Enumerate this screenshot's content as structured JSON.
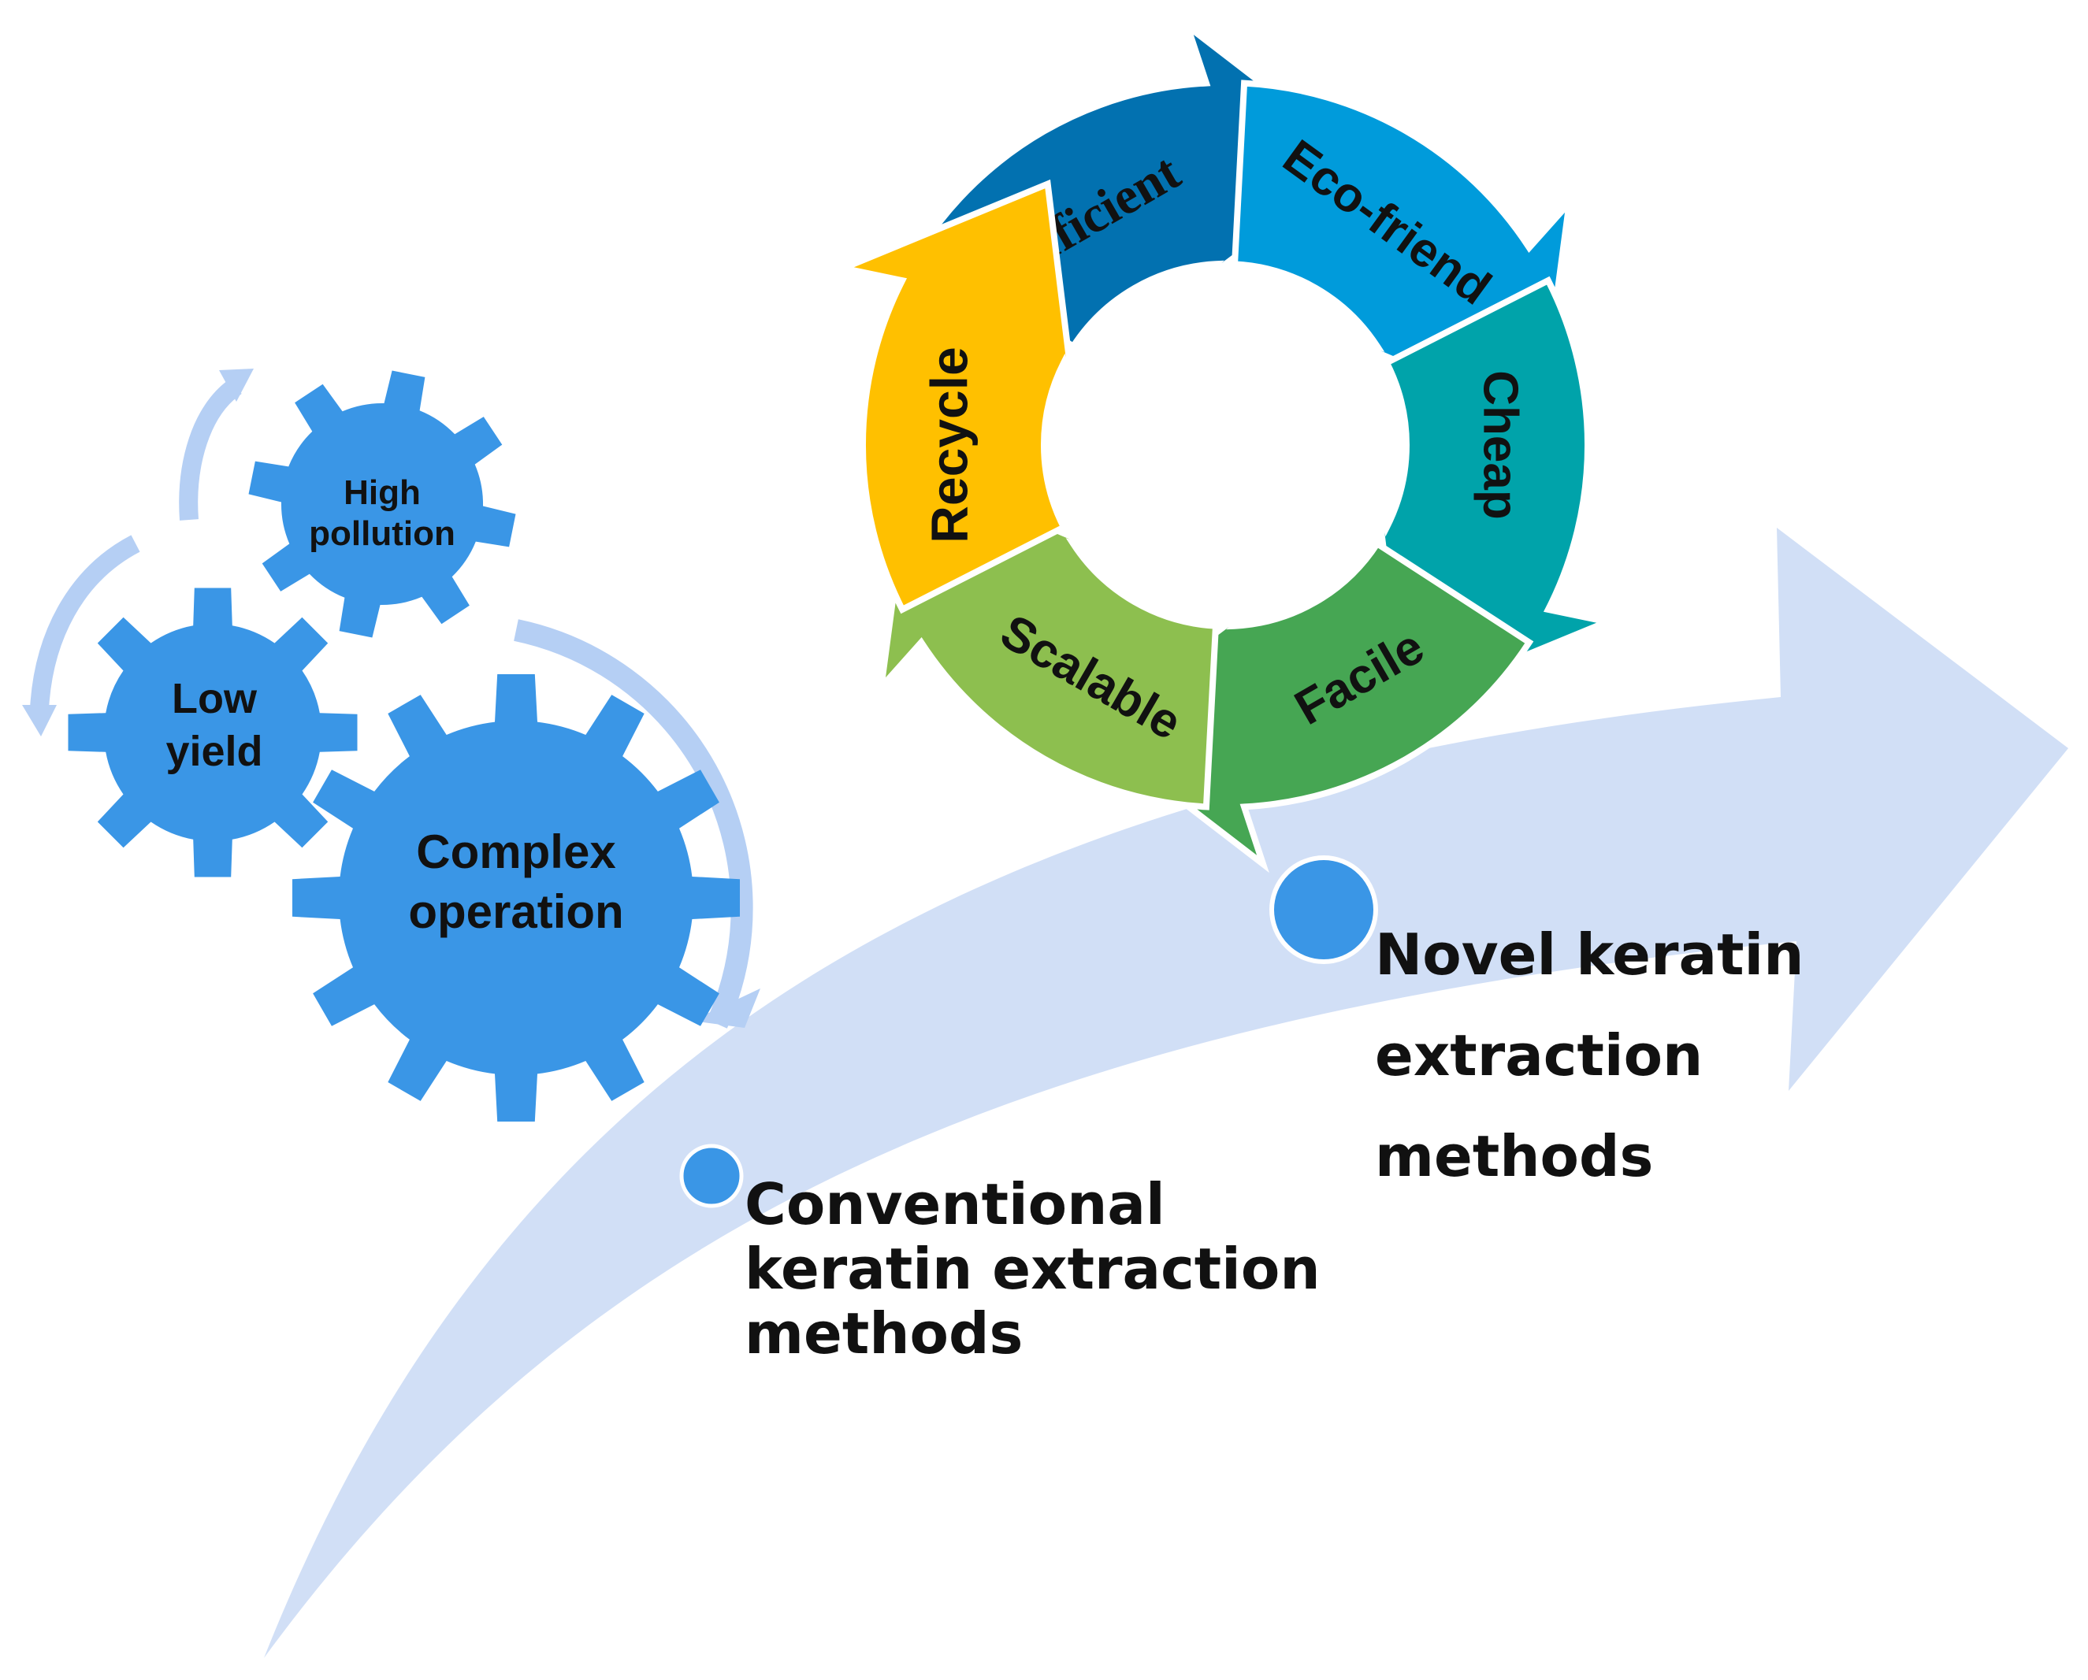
{
  "gears": {
    "small_top": {
      "line1": "High",
      "line2": "pollution"
    },
    "small_left": {
      "line1": "Low",
      "line2": "yield"
    },
    "large": {
      "line1": "Complex",
      "line2": "operation"
    }
  },
  "cycle": {
    "segments": [
      {
        "label": "Efficient",
        "color": "#0271B0"
      },
      {
        "label": "Eco-friend",
        "color": "#009BDB"
      },
      {
        "label": "Cheap",
        "color": "#00A3AA"
      },
      {
        "label": "Facile",
        "color": "#46A653"
      },
      {
        "label": "Scalable",
        "color": "#8DBF4F"
      },
      {
        "label": "Recycle",
        "color": "#FFC000"
      }
    ]
  },
  "milestones": {
    "conventional": {
      "line1": "Conventional",
      "line2": "keratin extraction",
      "line3": "methods"
    },
    "novel": {
      "line1": "Novel keratin",
      "line2": "extraction",
      "line3": "methods"
    }
  },
  "colors": {
    "gear": "#3A96E6",
    "gear_arrow": "#B5CFF4",
    "big_arrow": "#D1DFF6",
    "dot": "#3A96E6"
  }
}
